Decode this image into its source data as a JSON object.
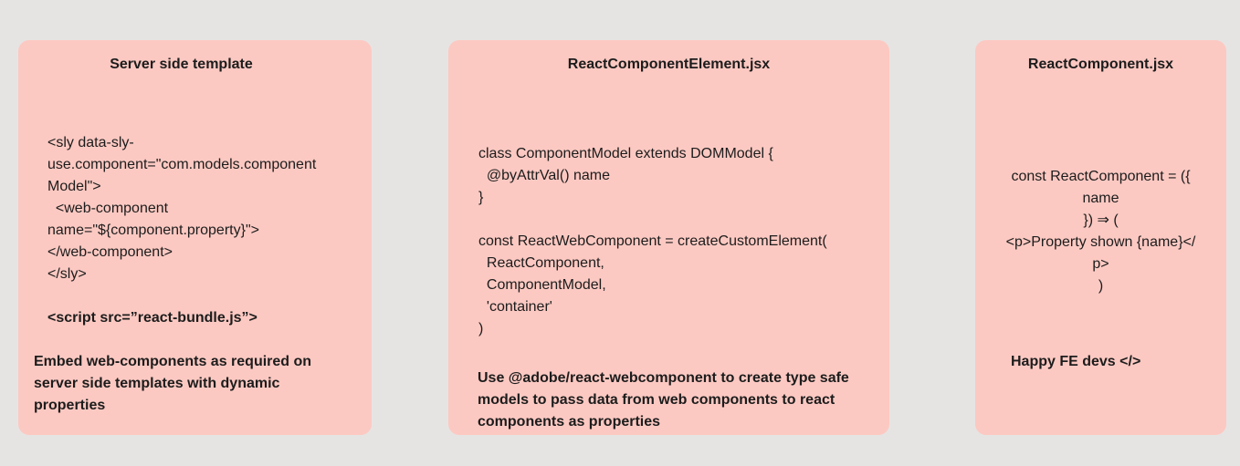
{
  "colors": {
    "page_background": "#e6e4e3",
    "card_background": "#fcc9c2",
    "text": "#1c1c1c"
  },
  "cards": [
    {
      "title": "Server side template",
      "code": [
        "<sly data-sly-",
        "use.component=\"com.models.component",
        "Model\">",
        "  <web-component",
        "name=\"${component.property}\">",
        "</web-component>",
        "</sly>",
        "",
        "<script src=”react-bundle.js”>"
      ],
      "caption": "Embed web-components as required on server side templates with dynamic properties"
    },
    {
      "title": "ReactComponentElement.jsx",
      "code": [
        "class ComponentModel extends DOMModel {",
        "  @byAttrVal() name",
        "}",
        "",
        "const ReactWebComponent = createCustomElement(",
        "  ReactComponent,",
        "  ComponentModel,",
        "  'container'",
        ")"
      ],
      "caption": "Use @adobe/react-webcomponent to create type safe models to pass data from web components to react components as properties"
    },
    {
      "title": "ReactComponent.jsx",
      "code": [
        "const ReactComponent = ({",
        "name",
        "}) ⇒ (",
        "<p>Property shown {name}</",
        "p>",
        ")"
      ],
      "caption": "Happy FE devs </>"
    }
  ]
}
